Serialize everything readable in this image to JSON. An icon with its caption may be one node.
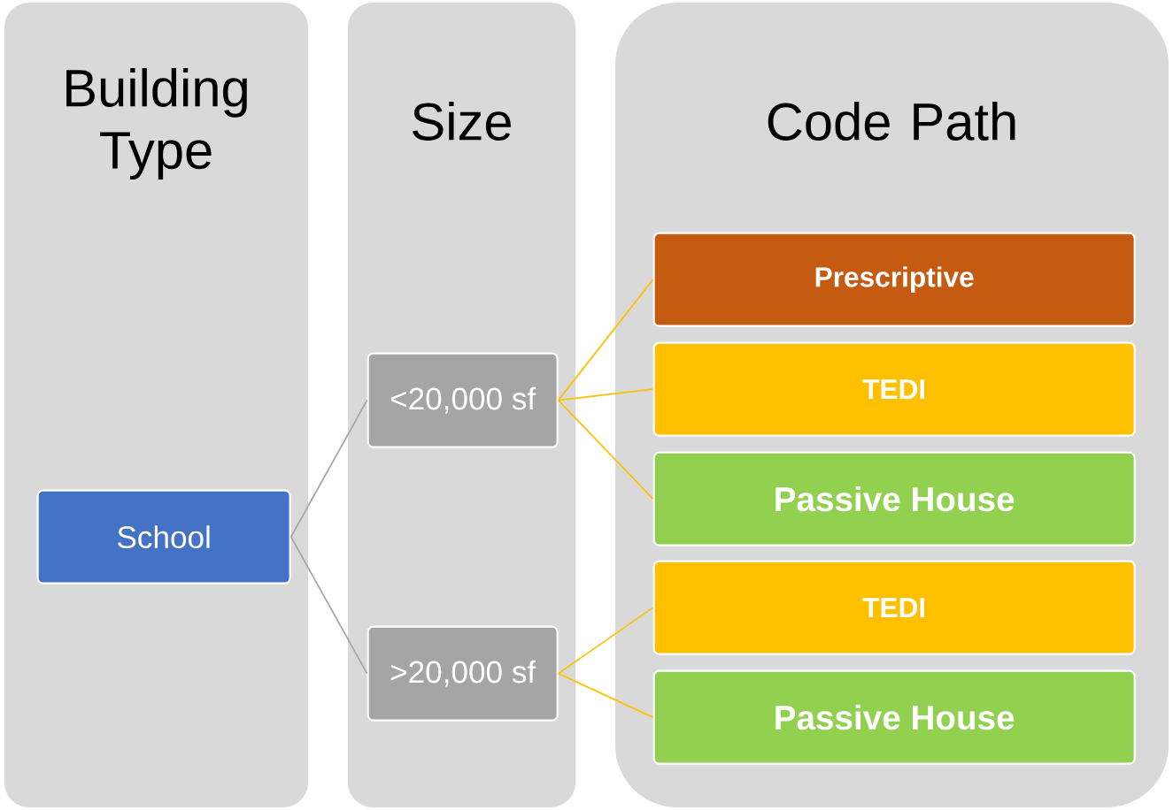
{
  "diagram": {
    "nodes": [
      {
        "text": [
          "Building Type"
        ]
      },
      {
        "text": [
          "Size"
        ]
      },
      {
        "text": [
          "Code Path"
        ]
      },
      {
        "text": [
          "School"
        ],
        "in": 0
      },
      {
        "text": [
          "<20,000 sf"
        ],
        "in": 1
      },
      {
        "text": [
          ">20,000 sf"
        ],
        "in": 1
      },
      {
        "text": [
          "Prescriptive"
        ],
        "in": 2
      },
      {
        "text": [
          "TEDI"
        ],
        "in": 2
      },
      {
        "text": [
          "Passive House"
        ],
        "in": 2
      },
      {
        "text": [
          "TEDI"
        ],
        "in": 2
      },
      {
        "text": [
          "Passive House"
        ],
        "in": 2
      }
    ],
    "edges": [
      {
        "from": 3,
        "to": 4,
        "arrow": "none",
        "color": "#a5a5a5"
      },
      {
        "from": 3,
        "to": 5,
        "arrow": "none",
        "color": "#a5a5a5"
      },
      {
        "from": 4,
        "to": 6,
        "arrow": "none"
      },
      {
        "from": 4,
        "to": 7,
        "arrow": "none"
      },
      {
        "from": 4,
        "to": 8,
        "arrow": "none"
      },
      {
        "from": 5,
        "to": 9,
        "arrow": "none"
      },
      {
        "from": 5,
        "to": 10,
        "arrow": "none"
      }
    ]
  }
}
